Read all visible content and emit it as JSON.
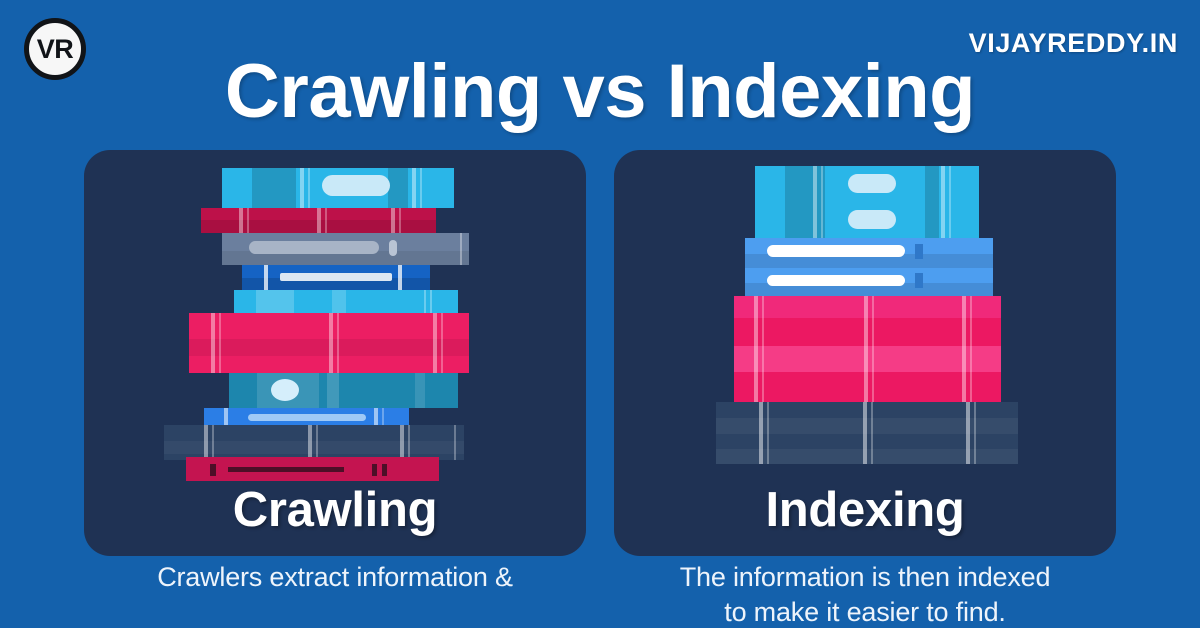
{
  "brand": {
    "logo_text": "VR",
    "logo_name": "vr-logo",
    "site_name": "VIJAYREDDY.IN"
  },
  "header": {
    "title": "Crawling vs Indexing"
  },
  "colors": {
    "background": "#1461ac",
    "card_background": "#1f3254",
    "text_primary": "#ffffff",
    "cyan": "#2ab6e8",
    "pink": "#ec1e63",
    "crimson": "#c41450",
    "navy": "#2c4364",
    "slate": "#6b7f9e",
    "royal_blue": "#1563c4",
    "light_blue": "#4d9ef0",
    "teal": "#1d86ad"
  },
  "cards": [
    {
      "id": "crawling",
      "label": "Crawling",
      "illustration": "messy-book-stack-icon",
      "caption_lines": [
        "Crawlers extract information &"
      ]
    },
    {
      "id": "indexing",
      "label": "Indexing",
      "illustration": "neat-book-stack-icon",
      "caption_lines": [
        "The information is then indexed",
        "to make it easier to find."
      ]
    }
  ]
}
